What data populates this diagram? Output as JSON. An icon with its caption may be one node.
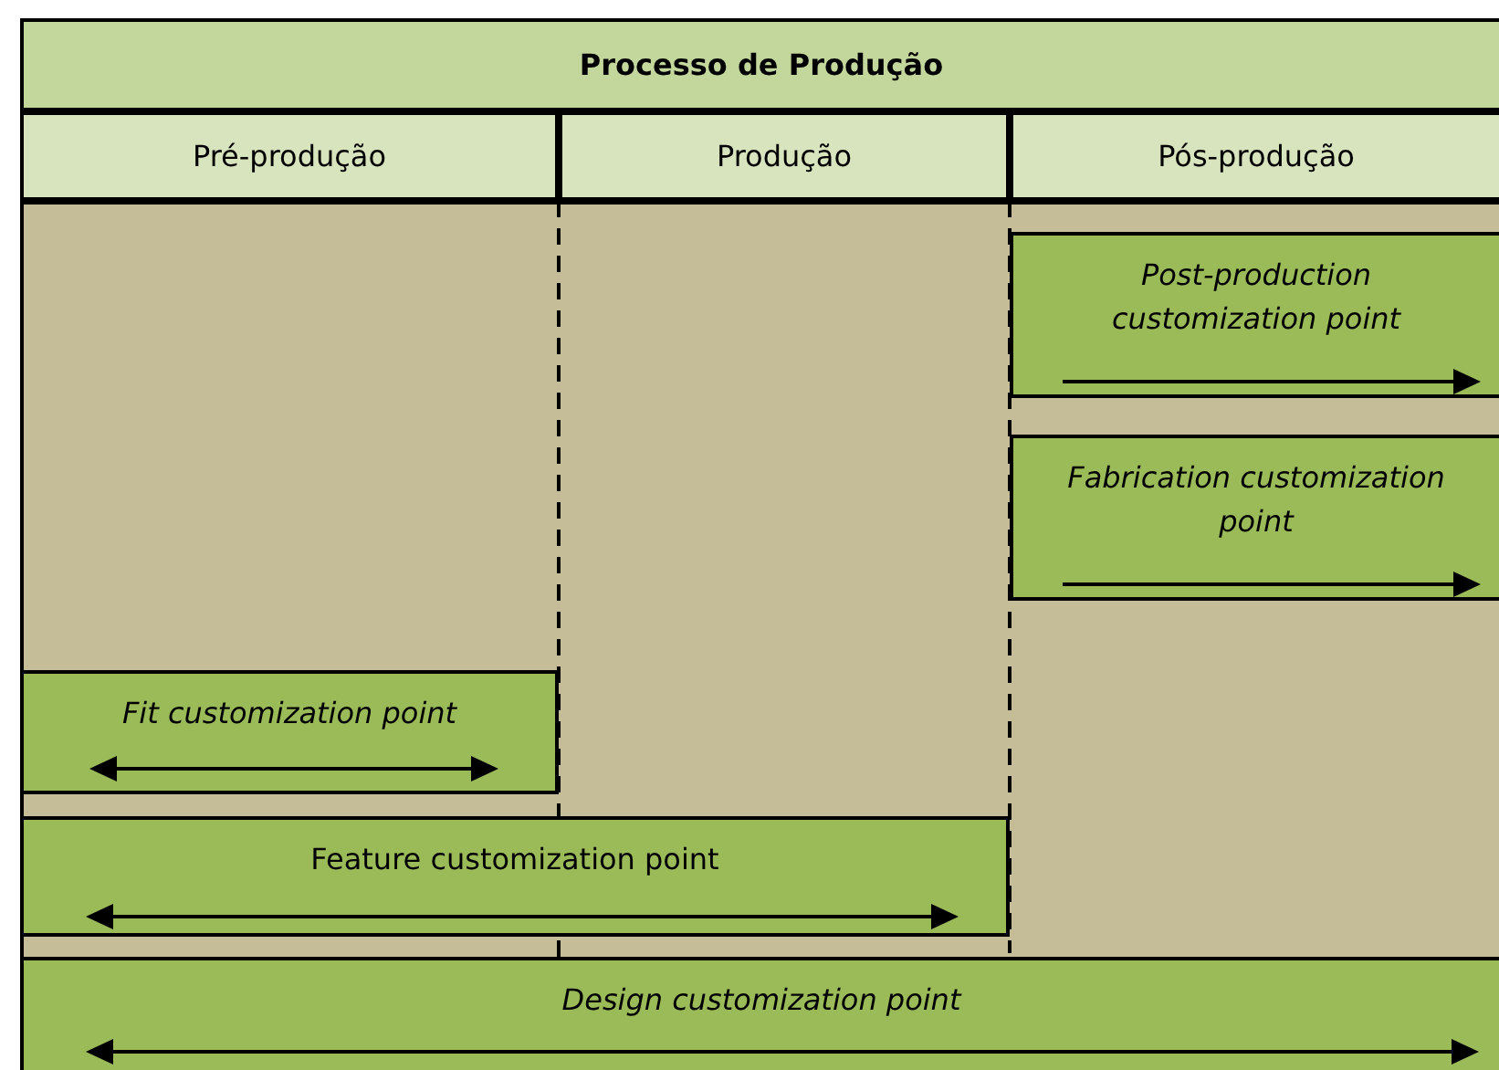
{
  "diagram": {
    "nodes": [
      {
        "text": [
          "Processo de Produção"
        ]
      },
      {
        "text": [
          "Pré-produção"
        ]
      },
      {
        "text": [
          "Produção"
        ]
      },
      {
        "text": [
          "Pós-produção"
        ]
      },
      {
        "text": [
          "Post-production customization point"
        ]
      },
      {
        "text": [
          "Fabrication customization point"
        ]
      },
      {
        "text": [
          "Fit customization point"
        ]
      },
      {
        "text": [
          "Feature customization point"
        ]
      },
      {
        "text": [
          "Design customization point"
        ]
      }
    ]
  }
}
